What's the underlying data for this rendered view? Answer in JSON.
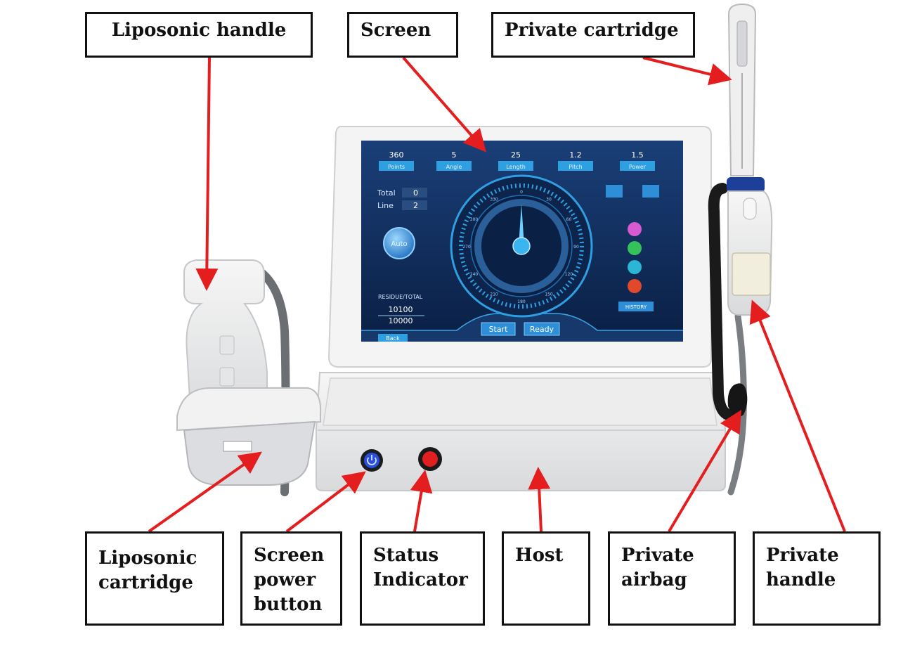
{
  "labels": {
    "liposonic_handle": "Liposonic handle",
    "screen": "Screen",
    "private_cartridge": "Private cartridge",
    "liposonic_cartridge": [
      "Liposonic",
      "cartridge"
    ],
    "screen_power_button": [
      "Screen",
      "power",
      "button"
    ],
    "status_indicator": [
      "Status",
      "Indicator"
    ],
    "host": "Host",
    "private_airbag": [
      "Private",
      "airbag"
    ],
    "private_handle": [
      "Private",
      "handle"
    ]
  },
  "screen_ui": {
    "params": [
      {
        "value": "360",
        "label": "Points"
      },
      {
        "value": "5",
        "label": "Angle"
      },
      {
        "value": "25",
        "label": "Length"
      },
      {
        "value": "1.2",
        "label": "Pitch"
      },
      {
        "value": "1.5",
        "label": "Power"
      }
    ],
    "total_label": "Total",
    "total_value": "0",
    "line_label": "Line",
    "line_value": "2",
    "auto_button": "Auto",
    "residue_label": "RESIDUE/TOTAL",
    "residue_value": "10100",
    "total_shots": "10000",
    "back_button": "Back",
    "start_button": "Start",
    "ready_button": "Ready",
    "history_button": "HISTORY",
    "dial_ticks": [
      "0",
      "30",
      "60",
      "90",
      "120",
      "150",
      "180",
      "210",
      "240",
      "270",
      "300",
      "330"
    ]
  },
  "colors": {
    "arrow": "#e41e1e",
    "screen_bg": "#0f2a55",
    "screen_accent": "#2e9fe0",
    "indicator_red": "#e02020",
    "power_blue": "#2a4fd8"
  }
}
